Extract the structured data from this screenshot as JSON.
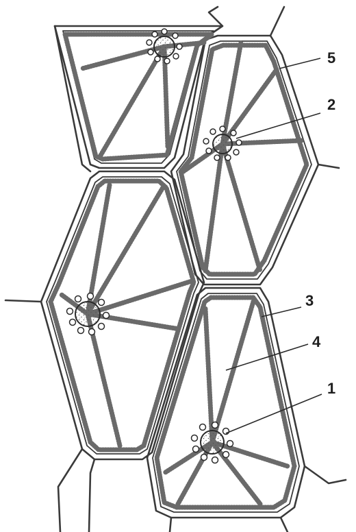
{
  "diagram": {
    "labels": [
      {
        "id": "1",
        "text": "1"
      },
      {
        "id": "2",
        "text": "2"
      },
      {
        "id": "3",
        "text": "3"
      },
      {
        "id": "4",
        "text": "4"
      },
      {
        "id": "5",
        "text": "5"
      }
    ]
  },
  "colors": {
    "background": "#ffffff",
    "ink": "#3a3a3a",
    "stipple": "#555555"
  }
}
